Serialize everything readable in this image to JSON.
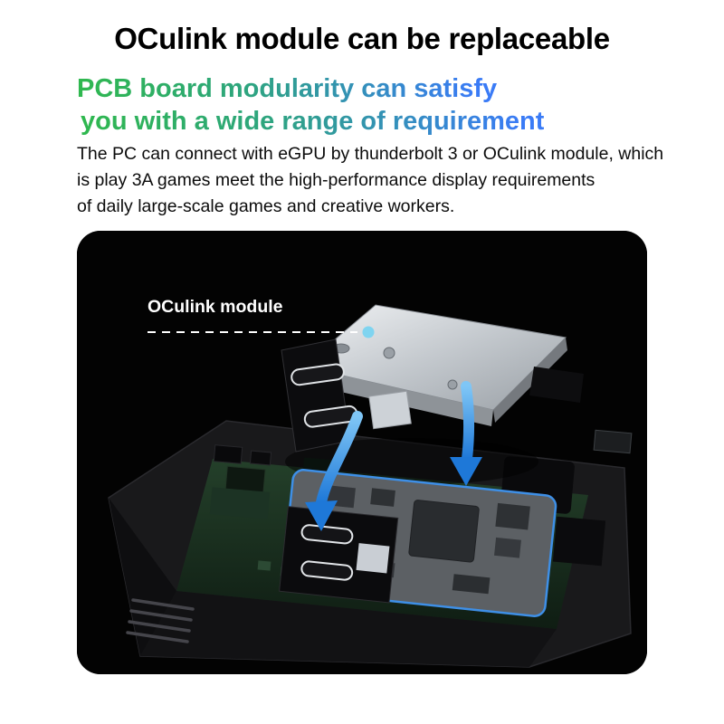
{
  "header": {
    "title": "OCulink module can be replaceable",
    "subtitle": {
      "line1": "PCB board modularity can satisfy",
      "line2": "you with a wide range of requirement",
      "gradient_start": "#2fb84e",
      "gradient_end": "#3a7bf6"
    },
    "description": {
      "line1": "The PC can connect with eGPU by thunderbolt 3 or OCulink module, which",
      "line2": "is play 3A games meet the high-performance display requirements",
      "line3": "of daily large-scale games and creative workers."
    }
  },
  "figure": {
    "label": "OCulink module",
    "colors": {
      "background": "#030303",
      "arrow_blue": "#1e78d8",
      "highlight_outline": "#3e8fe6",
      "leader_dot": "#7fd4f0",
      "module_silver": "#c9ced4",
      "pcb_green": "#1f3a26",
      "chassis_gray": "#19191b"
    }
  }
}
